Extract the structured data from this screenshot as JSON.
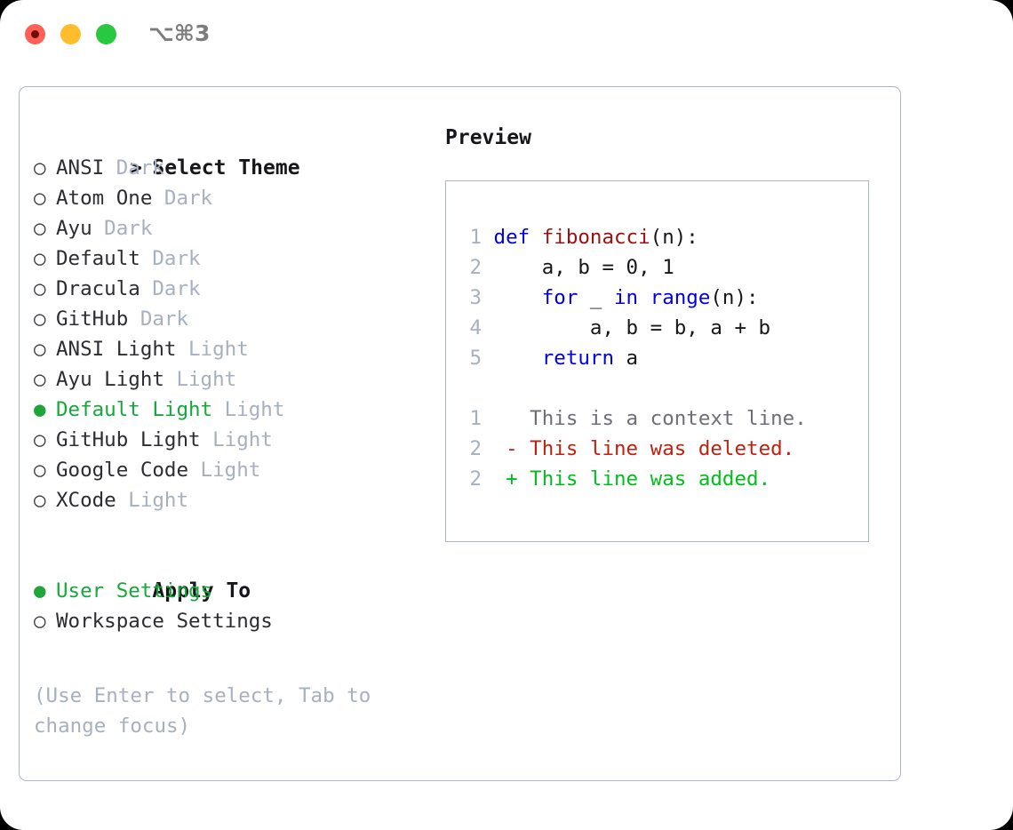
{
  "titlebar": {
    "shortcut": "⌥⌘3",
    "buttons": {
      "close": "close",
      "minimize": "minimize",
      "maximize": "maximize"
    }
  },
  "theme_picker": {
    "header": "Select Theme",
    "header_marker": ">",
    "marker_selected": "●",
    "marker_unselected": "○",
    "items": [
      {
        "label": "ANSI",
        "badge": "Dark",
        "selected": false
      },
      {
        "label": "Atom One",
        "badge": "Dark",
        "selected": false
      },
      {
        "label": "Ayu",
        "badge": "Dark",
        "selected": false
      },
      {
        "label": "Default",
        "badge": "Dark",
        "selected": false
      },
      {
        "label": "Dracula",
        "badge": "Dark",
        "selected": false
      },
      {
        "label": "GitHub",
        "badge": "Dark",
        "selected": false
      },
      {
        "label": "ANSI Light",
        "badge": "Light",
        "selected": false
      },
      {
        "label": "Ayu Light",
        "badge": "Light",
        "selected": false
      },
      {
        "label": "Default Light",
        "badge": "Light",
        "selected": true
      },
      {
        "label": "GitHub Light",
        "badge": "Light",
        "selected": false
      },
      {
        "label": "Google Code",
        "badge": "Light",
        "selected": false
      },
      {
        "label": "XCode",
        "badge": "Light",
        "selected": false
      }
    ]
  },
  "apply_to": {
    "header": "Apply To",
    "items": [
      {
        "label": "User Settings",
        "selected": true
      },
      {
        "label": "Workspace Settings",
        "selected": false
      }
    ]
  },
  "hint": "(Use Enter to select, Tab to change focus)",
  "preview": {
    "title": "Preview",
    "code_lines": [
      {
        "num": "1",
        "tokens": [
          {
            "t": "def ",
            "k": "kw"
          },
          {
            "t": "fibonacci",
            "k": "fn"
          },
          {
            "t": "(n):",
            "k": "pl"
          }
        ]
      },
      {
        "num": "2",
        "tokens": [
          {
            "t": "    a, b = 0, 1",
            "k": "pl"
          }
        ]
      },
      {
        "num": "3",
        "tokens": [
          {
            "t": "    ",
            "k": "pl"
          },
          {
            "t": "for",
            "k": "kw"
          },
          {
            "t": " _ ",
            "k": "pl"
          },
          {
            "t": "in",
            "k": "kw"
          },
          {
            "t": " ",
            "k": "pl"
          },
          {
            "t": "range",
            "k": "kw"
          },
          {
            "t": "(n):",
            "k": "pl"
          }
        ]
      },
      {
        "num": "4",
        "tokens": [
          {
            "t": "        a, b = b, a + b",
            "k": "pl"
          }
        ]
      },
      {
        "num": "5",
        "tokens": [
          {
            "t": "    ",
            "k": "pl"
          },
          {
            "t": "return",
            "k": "kw"
          },
          {
            "t": " a",
            "k": "pl"
          }
        ]
      }
    ],
    "diff_lines": [
      {
        "num": "1",
        "sign": "  ",
        "text": "This is a context line.",
        "k": "ctx"
      },
      {
        "num": "2",
        "sign": "- ",
        "text": "This line was deleted.",
        "k": "del"
      },
      {
        "num": "2",
        "sign": "+ ",
        "text": "This line was added.",
        "k": "add"
      }
    ]
  },
  "colors": {
    "selected_green": "#15a83a",
    "badge_gray": "#a6b0bf",
    "keyword_blue": "#0000e6",
    "function_red": "#a01010",
    "diff_delete_red": "#c21f0f",
    "diff_add_green": "#00bf1a",
    "border": "#aeb6c2",
    "close_red": "#ff5f57",
    "minimize_yellow": "#ffbd2e",
    "maximize_green": "#28c840"
  }
}
